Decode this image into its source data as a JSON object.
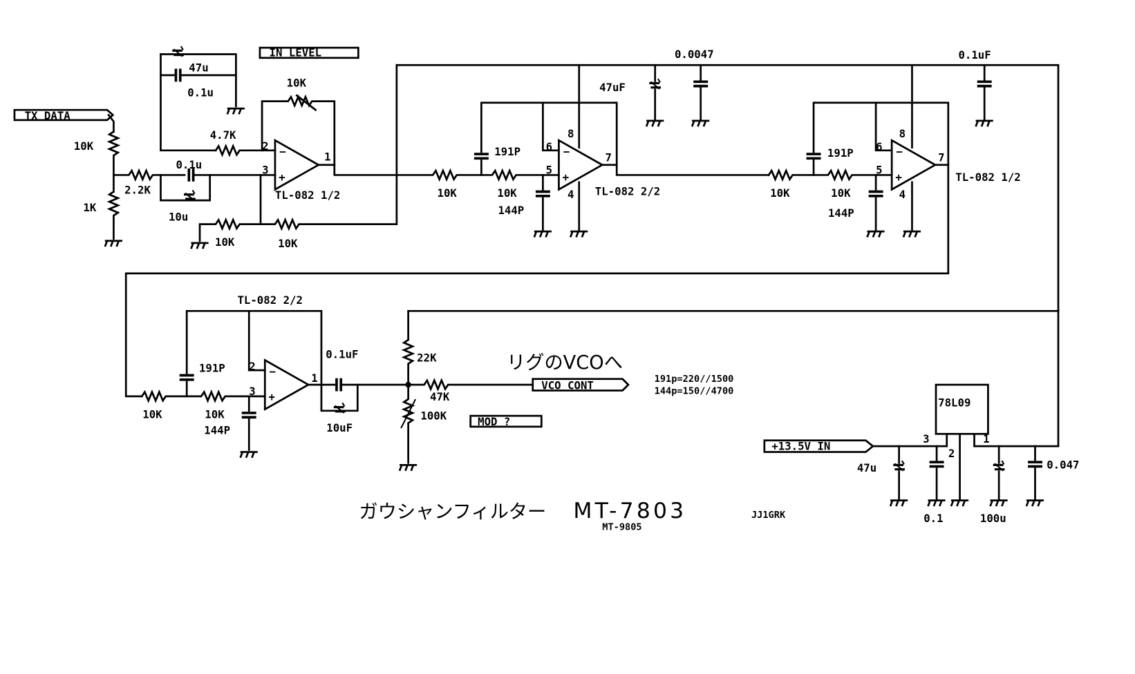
{
  "title": {
    "main": "ガウシャンフィルター",
    "model": "MT-7803",
    "model_alt": "MT-9805",
    "author": "JJ1GRK"
  },
  "ports": {
    "tx_data": "TX DATA",
    "in_level": "IN LEVEL",
    "vco_cont": "VCO CONT",
    "mod": "MOD ?",
    "power_in": "+13.5V IN"
  },
  "notes": {
    "to_vco": "リグのVCOへ",
    "sub_191": "191p=220//1500",
    "sub_144": "144p=150//4700"
  },
  "stage1": {
    "r_top": "10K",
    "r_bot": "1K",
    "r_series": "2.2K",
    "c_couple": "0.1u",
    "c_couple_elec": "10u",
    "c_bias_elec": "47u",
    "c_bias": "0.1u",
    "r_in": "4.7K",
    "pot": "10K",
    "r_div1": "10K",
    "r_div2": "10K",
    "opamp": "TL-082 1/2",
    "pins": {
      "inv": "2",
      "noninv": "3",
      "out": "1"
    }
  },
  "stage2": {
    "r1": "10K",
    "r2": "10K",
    "c_fb": "191P",
    "c_gnd": "144P",
    "opamp": "TL-082 2/2",
    "pins": {
      "inv": "6",
      "noninv": "5",
      "out": "7",
      "vcc": "8",
      "gnd": "4"
    }
  },
  "supply_caps": {
    "elec": "47uF",
    "film": "0.0047",
    "right": "0.1uF"
  },
  "stage3": {
    "r1": "10K",
    "r2": "10K",
    "c_fb": "191P",
    "c_gnd": "144P",
    "opamp": "TL-082 1/2",
    "pins": {
      "inv": "6",
      "noninv": "5",
      "out": "7",
      "vcc": "8",
      "gnd": "4"
    }
  },
  "stage4": {
    "r1": "10K",
    "r2": "10K",
    "c_fb": "191P",
    "c_gnd": "144P",
    "opamp": "TL-082 2/2",
    "pins": {
      "inv": "2",
      "noninv": "3",
      "out": "1"
    },
    "c_out": "0.1uF",
    "c_out_elec": "10uF",
    "r_pull": "22K",
    "vr": "100K",
    "r_out": "47K"
  },
  "regulator": {
    "ic": "78L09",
    "pin_in": "3",
    "pin_gnd": "2",
    "pin_out": "1",
    "c_in_elec": "47u",
    "c_in": "0.1",
    "c_out_elec": "100u",
    "c_out": "0.047"
  }
}
